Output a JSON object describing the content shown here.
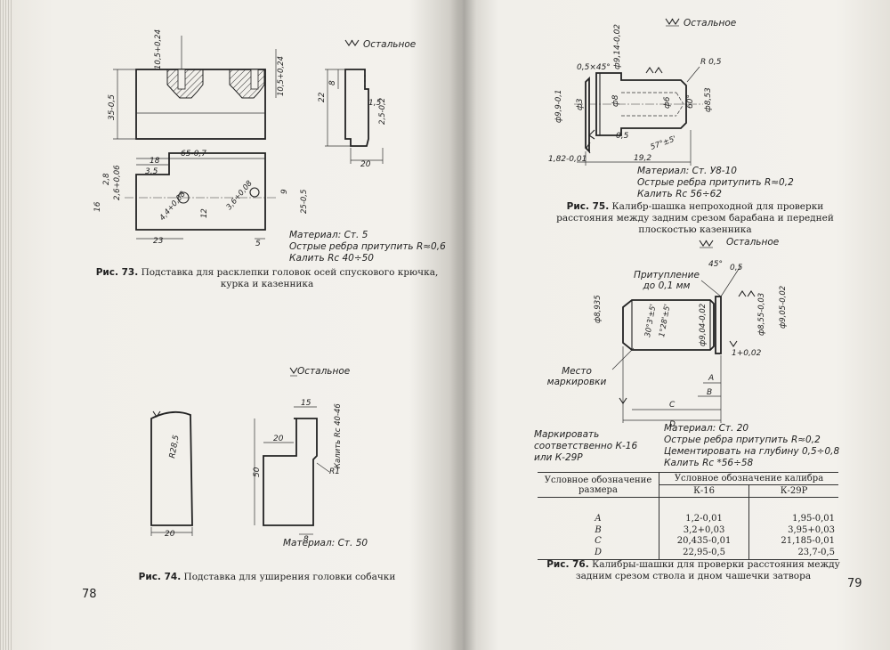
{
  "left_page": {
    "page_number": "78",
    "fig73": {
      "remaining_surface": "Остальное",
      "dims": {
        "slot_depth": "10,5+0,24",
        "slot_depth_right": "10,5+0,24",
        "height_left": "35-0,5",
        "block_length": "65-0,7",
        "side_18": "18",
        "side_35": "3,5",
        "side_26": "2,6+0,06",
        "side_28": "2,8",
        "side_16": "16",
        "hole_44": "4,4+0,08",
        "hole_12": "12",
        "hole_36": "3,6+0,08",
        "side_9": "9",
        "side_25": "25-0,5",
        "bottom_23": "23",
        "bottom_5": "5",
        "pv_22": "22",
        "pv_8": "8",
        "pv_15": "1,5",
        "pv_25": "2,5-0,2",
        "pv_20": "20"
      },
      "notes": [
        "Материал: Ст. 5",
        "Острые ребра притупить R≈0,6",
        "Калить Rc 40÷50"
      ],
      "caption_label": "Рис. 73.",
      "caption_text": "Подставка для расклепки головок осей спускового крючка, курка и казенника"
    },
    "fig74": {
      "remaining_surface": "Остальное",
      "dims": {
        "radius": "R28,5",
        "width_20": "20",
        "top_15": "15",
        "inner_20": "20",
        "height_50": "50",
        "r1": "R1",
        "bottom_8": "8",
        "hardness": "Калить Rc 40-46"
      },
      "material": "Материал: Ст. 50",
      "caption_label": "Рис. 74.",
      "caption_text": "Подставка для уширения головки собачки"
    }
  },
  "right_page": {
    "page_number": "79",
    "fig75": {
      "remaining_surface": "Остальное",
      "dims": {
        "chamfer": "0,5×45°",
        "dia_914": "ф9,14-0,02",
        "r05": "R 0,5",
        "dia_99": "ф9,9-0,1",
        "dia_3": "ф3",
        "dia_8": "ф8",
        "dia_6": "ф6",
        "angle_60": "60°",
        "dia_853": "ф8,53",
        "d_05": "0,5",
        "angle_57": "57°±5'",
        "len_182": "1,82-0,01",
        "len_192": "19,2"
      },
      "notes": [
        "Материал: Ст. У8-10",
        "Острые ребра притупить R≈0,2",
        "Калить Rc 56÷62"
      ],
      "caption_label": "Рис. 75.",
      "caption_text": "Калибр-шашка непроходной для проверки расстояния между задним срезом барабана и передней плоскостью казенника"
    },
    "fig76": {
      "remaining_surface": "Остальное",
      "dims": {
        "angle_45": "45°",
        "d_05": "0,5",
        "dull": "Притупление до 0,1 мм",
        "dia_8935": "ф8,935",
        "angle_30": "30°3'±5'",
        "angle_128": "1°28'±5'",
        "dia_904": "ф9,04-0,02",
        "dia_855": "ф8,55-0,03",
        "dia_905": "ф9,05-0,02",
        "d_1": "1+0,02",
        "mark_place": "Место маркировки",
        "A": "A",
        "B": "B",
        "C": "C",
        "D": "D"
      },
      "marking": "Маркировать соответственно К-16 или К-29Р",
      "notes": [
        "Материал: Ст. 20",
        "Острые ребра притупить R≈0,2",
        "Цементировать на глубину 0,5÷0,8",
        "Калить Rc *56÷58"
      ],
      "table": {
        "header_row_label": "Условное обозначение размера",
        "header_group": "Условное обозначение калибра",
        "col_k16": "К-16",
        "col_k29": "К-29Р",
        "rows": [
          {
            "letter": "A",
            "k16": "1,2-0,01",
            "k29": "1,95-0,01"
          },
          {
            "letter": "B",
            "k16": "3,2+0,03",
            "k29": "3,95+0,03"
          },
          {
            "letter": "C",
            "k16": "20,435-0,01",
            "k29": "21,185-0,01"
          },
          {
            "letter": "D",
            "k16": "22,95-0,5",
            "k29": "23,7-0,5"
          }
        ]
      },
      "caption_label": "Рис. 76.",
      "caption_text": "Калибры-шашки для проверки расстояния между задним срезом ствола и дном чашечки затвора"
    }
  }
}
